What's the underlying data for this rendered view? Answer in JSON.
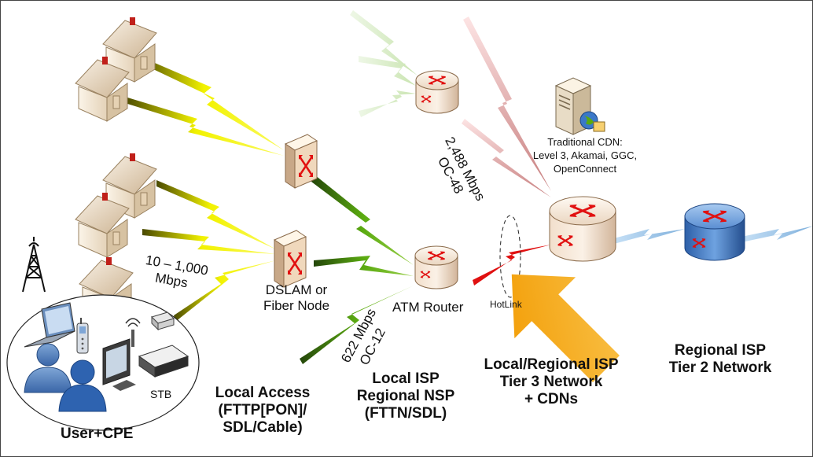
{
  "labels": {
    "speed_line1": "10 – 1,000",
    "speed_line2": "Mbps",
    "dslam_line1": "DSLAM or",
    "dslam_line2": "Fiber Node",
    "atm_router": "ATM Router",
    "hotlink": "HotLink",
    "stb": "STB",
    "oc48_line1": "2,488 Mbps",
    "oc48_line2": "OC-48",
    "oc12_line1": "622 Mbps",
    "oc12_line2": "OC-12",
    "cdn_line1": "Traditional CDN:",
    "cdn_line2": "Level 3, Akamai, GGC,",
    "cdn_line3": "OpenConnect"
  },
  "sections": {
    "user_cpe": "User+CPE",
    "local_access_line1": "Local Access",
    "local_access_line2": "(FTTP[PON]/",
    "local_access_line3": "SDL/Cable)",
    "local_isp_line1": "Local ISP",
    "local_isp_line2": "Regional NSP",
    "local_isp_line3": "(FTTN/SDL)",
    "tier3_line1": "Local/Regional ISP",
    "tier3_line2": "Tier 3 Network",
    "tier3_line3": "+ CDNs",
    "tier2_line1": "Regional ISP",
    "tier2_line2": "Tier 2 Network"
  },
  "colors": {
    "yellow_link": "#f2f200",
    "green_link": "#5aaa10",
    "pale_green_link": "#d6ecc0",
    "pink_link": "#f4b8b8",
    "red_link": "#e01010",
    "blue_link": "#9cc8ec",
    "router_red": "#e11010",
    "router_blue": "#3a78c8",
    "arrow_orange": "#f6a800"
  }
}
